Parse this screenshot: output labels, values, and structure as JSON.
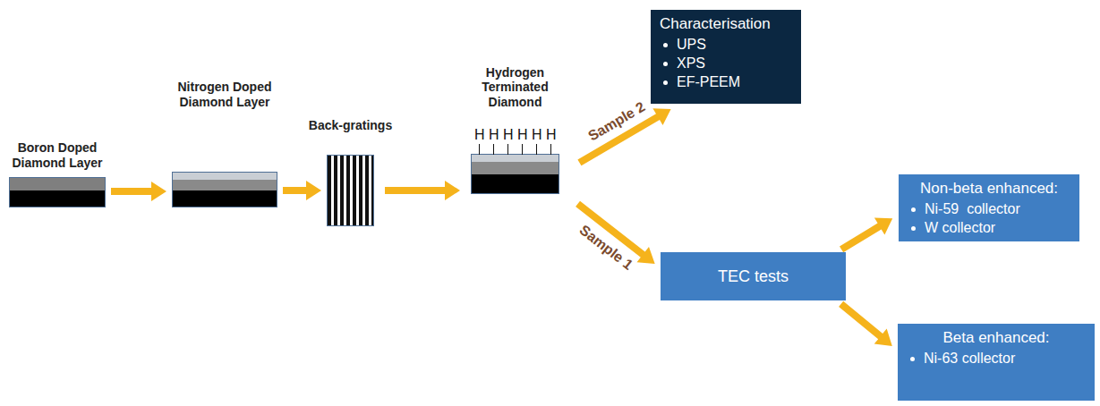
{
  "diagram": {
    "nodes": [
      {
        "text": [
          "Boron Doped Diamond Layer"
        ]
      },
      {
        "text": [
          "Nitrogen Doped Diamond Layer"
        ]
      },
      {
        "text": [
          "Back-gratings"
        ]
      },
      {
        "text": [
          "Hydrogen Terminated Diamond"
        ]
      },
      {
        "text": [
          "Characterisation",
          "UPS",
          "XPS",
          "EF-PEEM"
        ]
      },
      {
        "text": [
          "TEC tests"
        ]
      },
      {
        "text": [
          "Non-beta enhanced:",
          "Ni-59  collector",
          "W collector"
        ]
      },
      {
        "text": [
          "Beta enhanced:",
          "Ni-63 collector"
        ]
      }
    ],
    "edges": [
      {
        "from": 0,
        "to": 1,
        "arrow": "to"
      },
      {
        "from": 1,
        "to": 2,
        "arrow": "to"
      },
      {
        "from": 2,
        "to": 3,
        "arrow": "to"
      },
      {
        "from": 3,
        "to": 4,
        "label": "Sample 2",
        "arrow": "to"
      },
      {
        "from": 3,
        "to": 5,
        "label": "Sample 1",
        "arrow": "to"
      },
      {
        "from": 5,
        "to": 6,
        "arrow": "to"
      },
      {
        "from": 5,
        "to": 7,
        "arrow": "to"
      }
    ],
    "labels": [
      "H",
      "H",
      "H",
      "H",
      "H",
      "H"
    ]
  }
}
